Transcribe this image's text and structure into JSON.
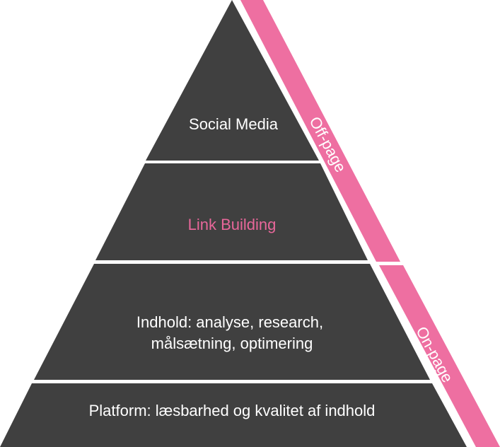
{
  "pyramid": {
    "tiers": [
      {
        "id": "social-media",
        "lines": [
          "Social Media"
        ],
        "text_color": "#ffffff"
      },
      {
        "id": "link-building",
        "lines": [
          "Link Building"
        ],
        "text_color": "#e8679a"
      },
      {
        "id": "indhold",
        "lines": [
          "Indhold: analyse, research,",
          "målsætning, optimering"
        ],
        "text_color": "#ffffff"
      },
      {
        "id": "platform",
        "lines": [
          "Platform: læsbarhed og kvalitet af indhold"
        ],
        "text_color": "#ffffff"
      }
    ],
    "side_bands": [
      {
        "id": "off-page",
        "label": "Off-page"
      },
      {
        "id": "on-page",
        "label": "On-page"
      }
    ],
    "colors": {
      "tier_fill": "#404040",
      "band_fill": "#ee6fa1",
      "band_text": "#ffffff",
      "background": "#ffffff"
    }
  }
}
